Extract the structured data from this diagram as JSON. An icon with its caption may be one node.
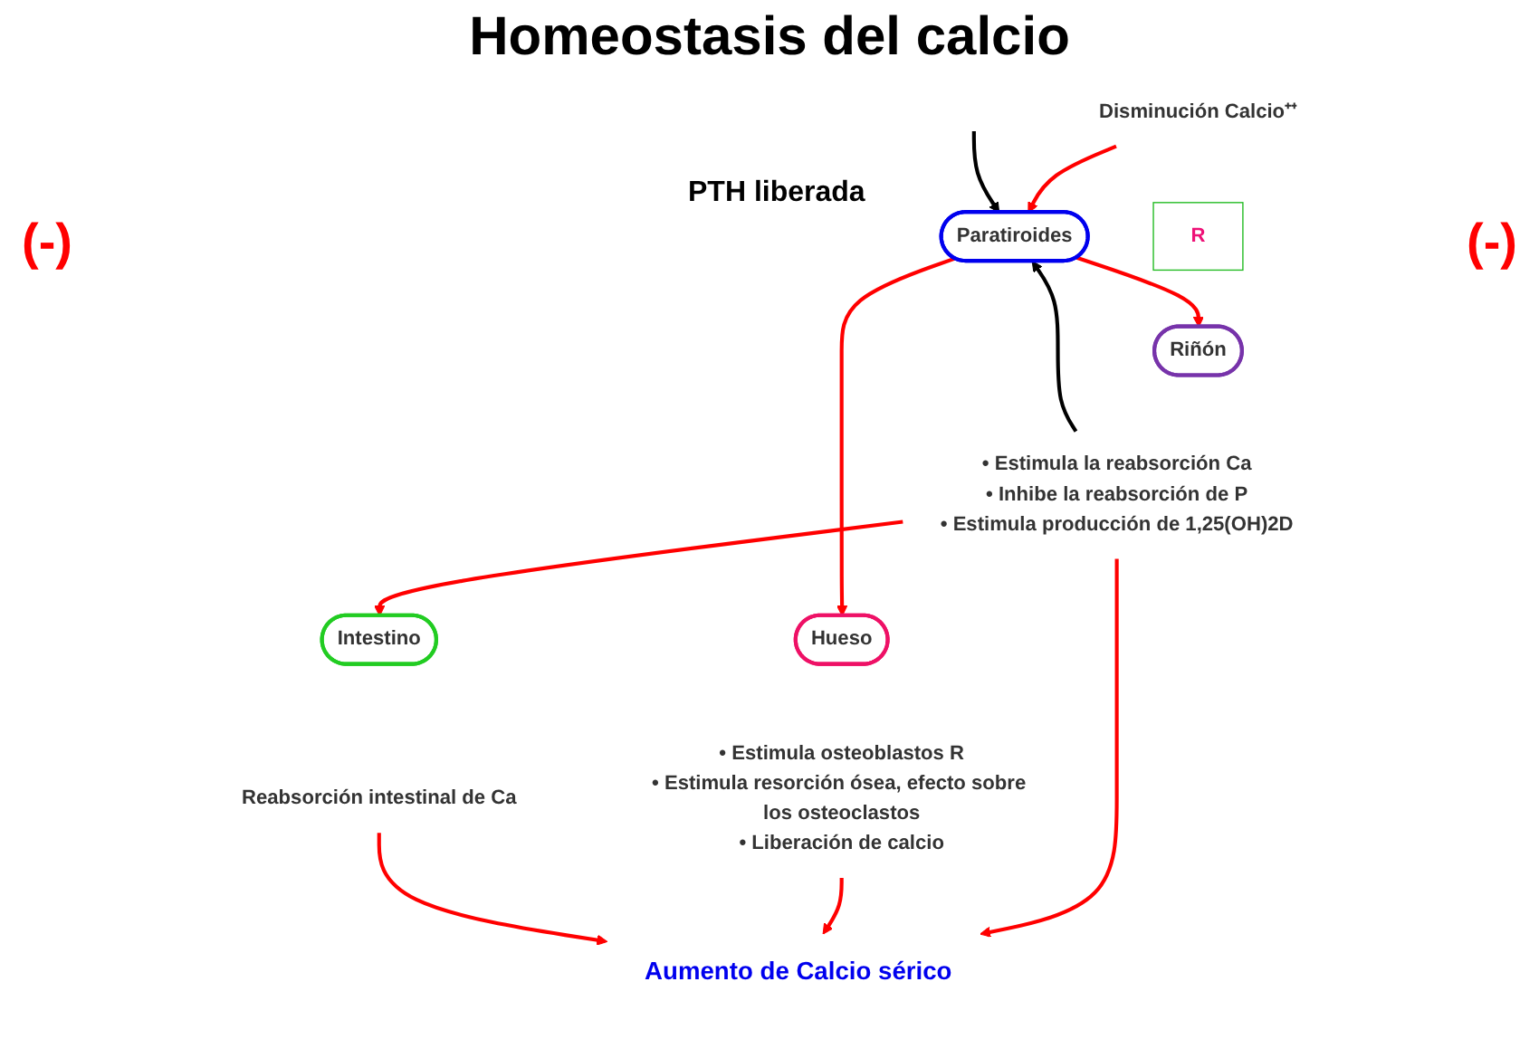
{
  "diagram": {
    "title": "Homeostasis del calcio",
    "nodes": [
      {
        "text": [
          "Disminución Calcio⁺⁺"
        ]
      },
      {
        "text": [
          "Paratiroides"
        ]
      },
      {
        "text": [
          "R"
        ]
      },
      {
        "text": [
          "Riñón"
        ]
      },
      {
        "text": [
          "Hueso"
        ]
      },
      {
        "text": [
          "• Estimula la reabsorción Ca",
          "• Inhibe la reabsorción de P",
          "• Estimula producción de 1,25(OH)2D"
        ]
      },
      {
        "text": [
          "• Estimula osteoblastos R",
          "• Estimula resorción ósea, efecto sobre los osteoclastos",
          "• Liberación de calcio"
        ]
      },
      {
        "text": [
          "Intestino"
        ]
      },
      {
        "text": [
          "Reabsorción  intestinal de Ca"
        ]
      },
      {
        "text": [
          "Aumento de Calcio sérico"
        ]
      }
    ],
    "edges": [
      {
        "from": 0,
        "to": 1,
        "arrow": "to"
      },
      {
        "from": 1,
        "to": 3,
        "arrow": "to"
      },
      {
        "from": 1,
        "to": 4,
        "arrow": "to"
      },
      {
        "from": 5,
        "to": 1,
        "arrow": "to",
        "color": "#000000"
      },
      {
        "from": null,
        "to": 1,
        "arrow": "to",
        "color": "#000000"
      },
      {
        "from": 5,
        "to": 7,
        "arrow": "to"
      },
      {
        "from": 5,
        "to": 9,
        "arrow": "to"
      },
      {
        "from": 6,
        "to": 9,
        "arrow": "to"
      },
      {
        "from": 8,
        "to": 9,
        "arrow": "to"
      }
    ],
    "labels": [
      "(-)",
      "PTH liberada",
      "(-)"
    ]
  }
}
